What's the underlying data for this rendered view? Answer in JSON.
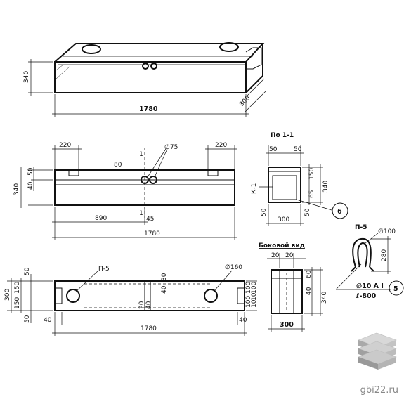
{
  "drawing": {
    "iso_view": {
      "dim_height": "340",
      "dim_length": "1780",
      "dim_depth": "300"
    },
    "front_view": {
      "dim_left_end": "220",
      "dim_right_end": "220",
      "section_mark_top": "1",
      "hole_diameter": "∅75",
      "dim_80": "80",
      "dim_height": "340",
      "dim_50": "50",
      "dim_40": "40",
      "dim_890": "890",
      "section_mark_bottom": "1",
      "dim_45": "45",
      "dim_length": "1780"
    },
    "section_view": {
      "title": "По 1-1",
      "dim_50_left": "50",
      "dim_50_right": "50",
      "dim_150": "150",
      "dim_340": "340",
      "dim_65": "65",
      "label_k1": "К-1",
      "dim_50_bl": "50",
      "dim_50_br": "50",
      "dim_width": "300",
      "callout": "6"
    },
    "plan_view": {
      "label_p5": "П-5",
      "hole_diameter": "∅160",
      "dim_300": "300",
      "dim_150a": "150",
      "dim_150b": "150",
      "dim_50_top": "50",
      "dim_50_bottom": "50",
      "dim_30": "30",
      "dim_40a": "40",
      "dim_20": "20",
      "dim_40b": "40",
      "dim_100a": "100",
      "dim_100b": "100",
      "dim_100c": "100",
      "dim_10a": "10",
      "dim_10b": "10",
      "dim_40_left": "40",
      "dim_40_right": "40",
      "dim_length": "1780"
    },
    "side_view": {
      "title": "Боковой вид",
      "dim_20a": "20",
      "dim_20b": "20",
      "dim_60": "60",
      "dim_40": "40",
      "dim_340": "340",
      "dim_width": "300"
    },
    "loop_detail": {
      "title": "П-5",
      "dim_dia100": "∅100",
      "dim_280": "280",
      "bar_spec": "∅10 A I",
      "bar_length": "ℓ-800",
      "callout": "5"
    }
  },
  "watermark": {
    "text": "gbi22.ru"
  }
}
